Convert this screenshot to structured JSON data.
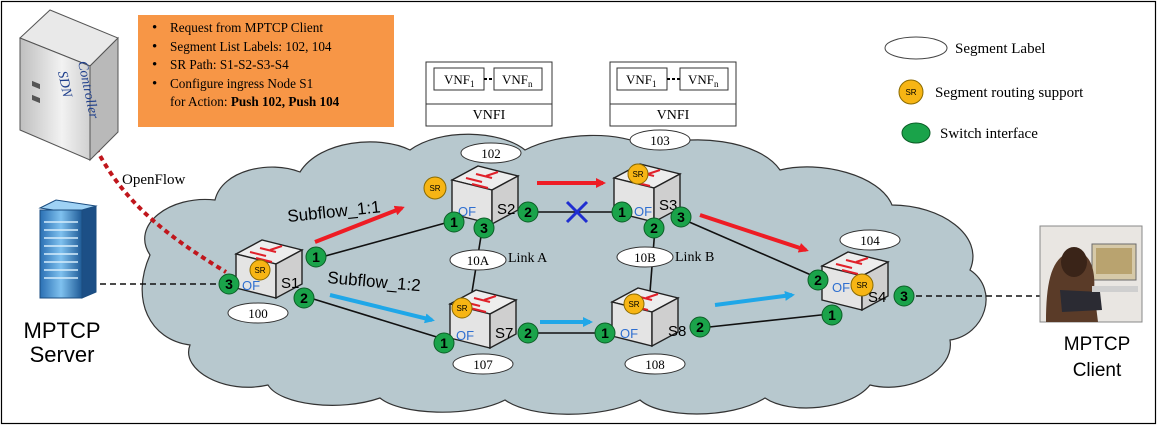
{
  "info_box": {
    "items": [
      "Request from MPTCP Client",
      "Segment List Labels: 102, 104",
      "SR Path: S1-S2-S3-S4",
      "Configure ingress Node S1"
    ],
    "action_prefix": "for  Action:",
    "action_value": "Push 102, Push 104"
  },
  "controller": {
    "label_line1": "SDN",
    "label_line2": "Controller",
    "openflow_label": "OpenFlow"
  },
  "server": {
    "label_line1": "MPTCP",
    "label_line2": "Server"
  },
  "client": {
    "label_line1": "MPTCP",
    "label_line2": "Client"
  },
  "vnfi_left": {
    "vnf1": "VNF",
    "vnf1_sub": "1",
    "vnfn": "VNF",
    "vnfn_sub": "n",
    "title": "VNFI"
  },
  "vnfi_right": {
    "vnf1": "VNF",
    "vnf1_sub": "1",
    "vnfn": "VNF",
    "vnfn_sub": "n",
    "title": "VNFI"
  },
  "legend": {
    "segment_label": "Segment Label",
    "sr_support": "Segment routing support",
    "switch_interface": "Switch interface",
    "sr_badge": "SR"
  },
  "switches": {
    "s1": {
      "name": "S1",
      "label": "100",
      "of": "OF",
      "ports": [
        "1",
        "2",
        "3"
      ]
    },
    "s2": {
      "name": "S2",
      "label": "102",
      "of": "OF",
      "ports": [
        "1",
        "2",
        "3"
      ]
    },
    "s3": {
      "name": "S3",
      "label": "103",
      "of": "OF",
      "ports": [
        "1",
        "2",
        "3"
      ]
    },
    "s4": {
      "name": "S4",
      "label": "104",
      "of": "OF",
      "ports": [
        "1",
        "2",
        "3"
      ]
    },
    "s7": {
      "name": "S7",
      "label": "107",
      "of": "OF",
      "ports": [
        "1",
        "2"
      ]
    },
    "s8": {
      "name": "S8",
      "label": "108",
      "of": "OF",
      "ports": [
        "1",
        "2"
      ]
    }
  },
  "links": {
    "link_a_label": "10A",
    "link_a_text": "Link A",
    "link_b_label": "10B",
    "link_b_text": "Link B"
  },
  "subflows": {
    "subflow1": "Subflow_1:1",
    "subflow2": "Subflow_1:2"
  },
  "colors": {
    "cloud": "#b7c8ce",
    "orange_box": "#f79646",
    "red_arrow": "#ee1c24",
    "blue_arrow": "#1fa7e8",
    "port_green": "#1aa34a",
    "sr_yellow": "#f7b514",
    "cross_blue": "#1f2ed1",
    "openflow_dashed": "#c0161c"
  }
}
